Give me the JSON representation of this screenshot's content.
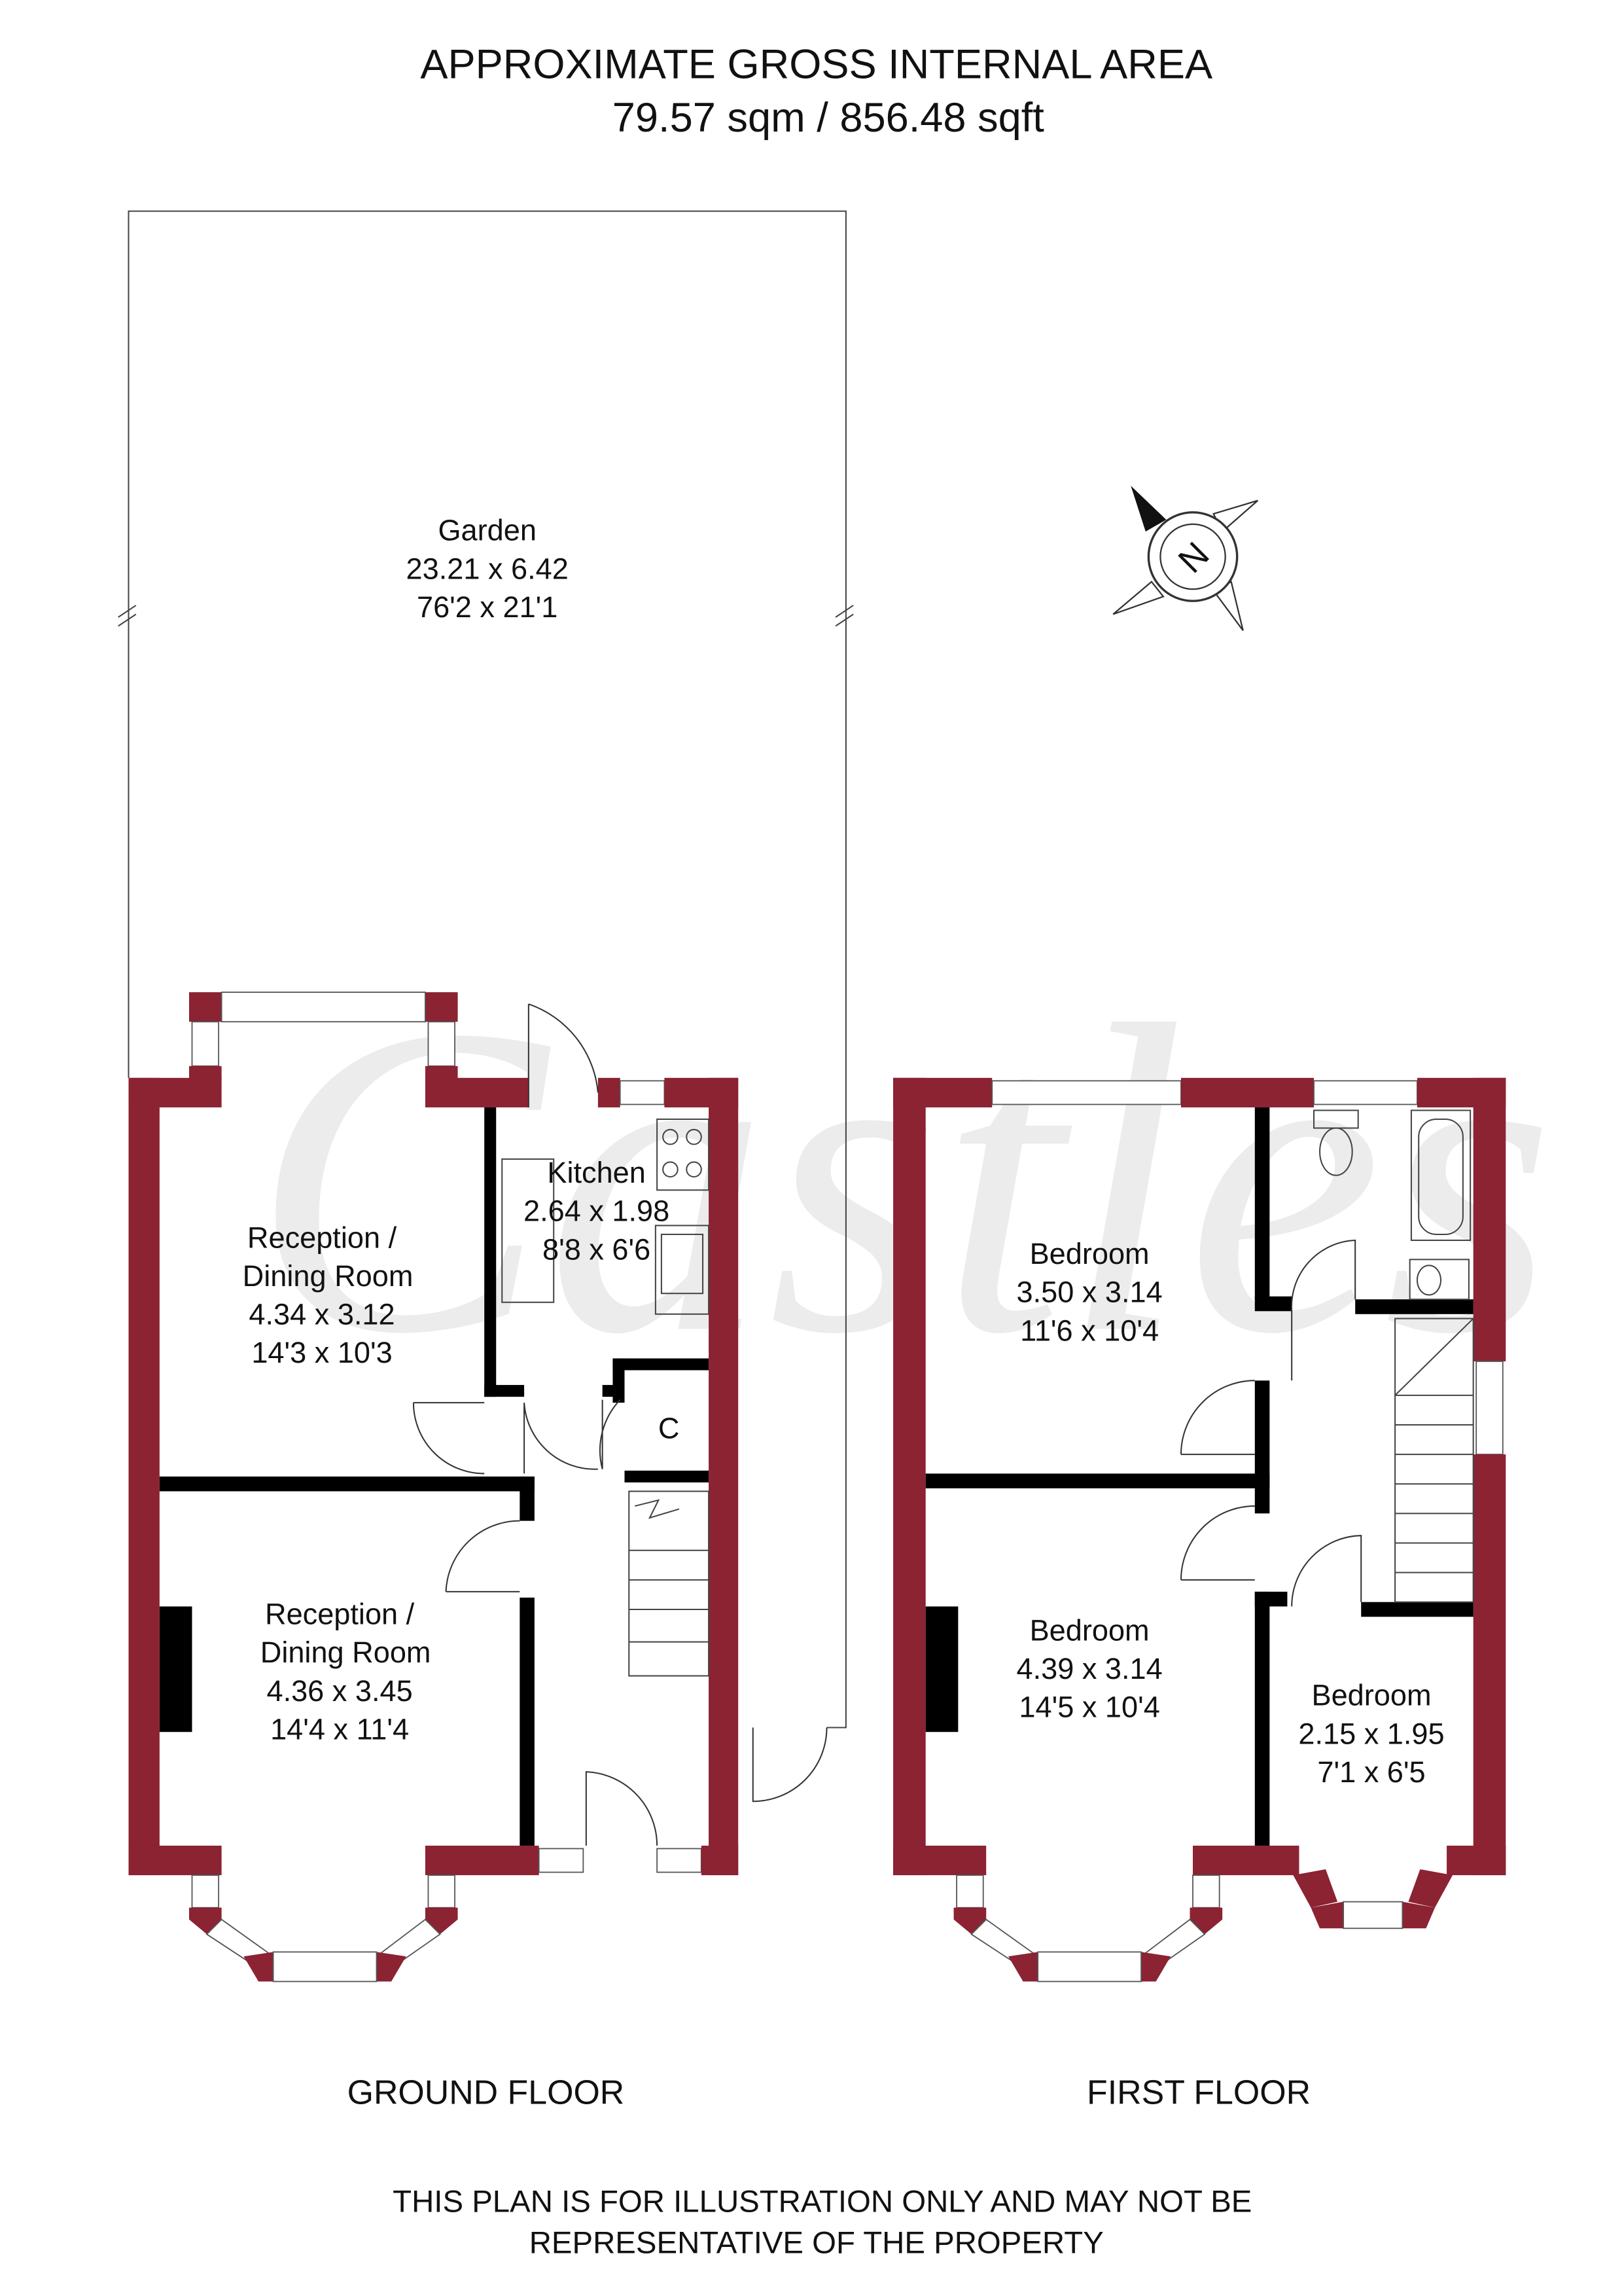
{
  "header": {
    "title": "APPROXIMATE GROSS INTERNAL AREA",
    "area": "79.57 sqm / 856.48 sqft"
  },
  "watermark": "Castles",
  "colors": {
    "wall": "#8B2332",
    "interior_wall": "#000000"
  },
  "ground_floor": {
    "label": "GROUND FLOOR",
    "rooms": [
      {
        "name": "Garden",
        "metric": "23.21 x 6.42",
        "imperial": "76'2 x 21'1"
      },
      {
        "name": "Kitchen",
        "metric": "2.64 x 1.98",
        "imperial": "8'8 x 6'6"
      },
      {
        "name": "Reception /",
        "name2": "Dining Room",
        "metric": "4.34 x 3.12",
        "imperial": "14'3 x 10'3"
      },
      {
        "name": "Reception /",
        "name2": "Dining Room",
        "metric": "4.36 x 3.45",
        "imperial": "14'4 x 11'4"
      }
    ],
    "cupboard": "C"
  },
  "first_floor": {
    "label": "FIRST FLOOR",
    "rooms": [
      {
        "name": "Bedroom",
        "metric": "3.50 x 3.14",
        "imperial": "11'6 x 10'4"
      },
      {
        "name": "Bedroom",
        "metric": "4.39 x 3.14",
        "imperial": "14'5 x 10'4"
      },
      {
        "name": "Bedroom",
        "metric": "2.15 x 1.95",
        "imperial": "7'1 x 6'5"
      }
    ]
  },
  "compass": {
    "label": "N",
    "icon": "north-arrow-icon"
  },
  "disclaimer": {
    "line1": "THIS PLAN IS FOR ILLUSTRATION ONLY AND MAY NOT BE",
    "line2": "REPRESENTATIVE OF THE PROPERTY"
  }
}
